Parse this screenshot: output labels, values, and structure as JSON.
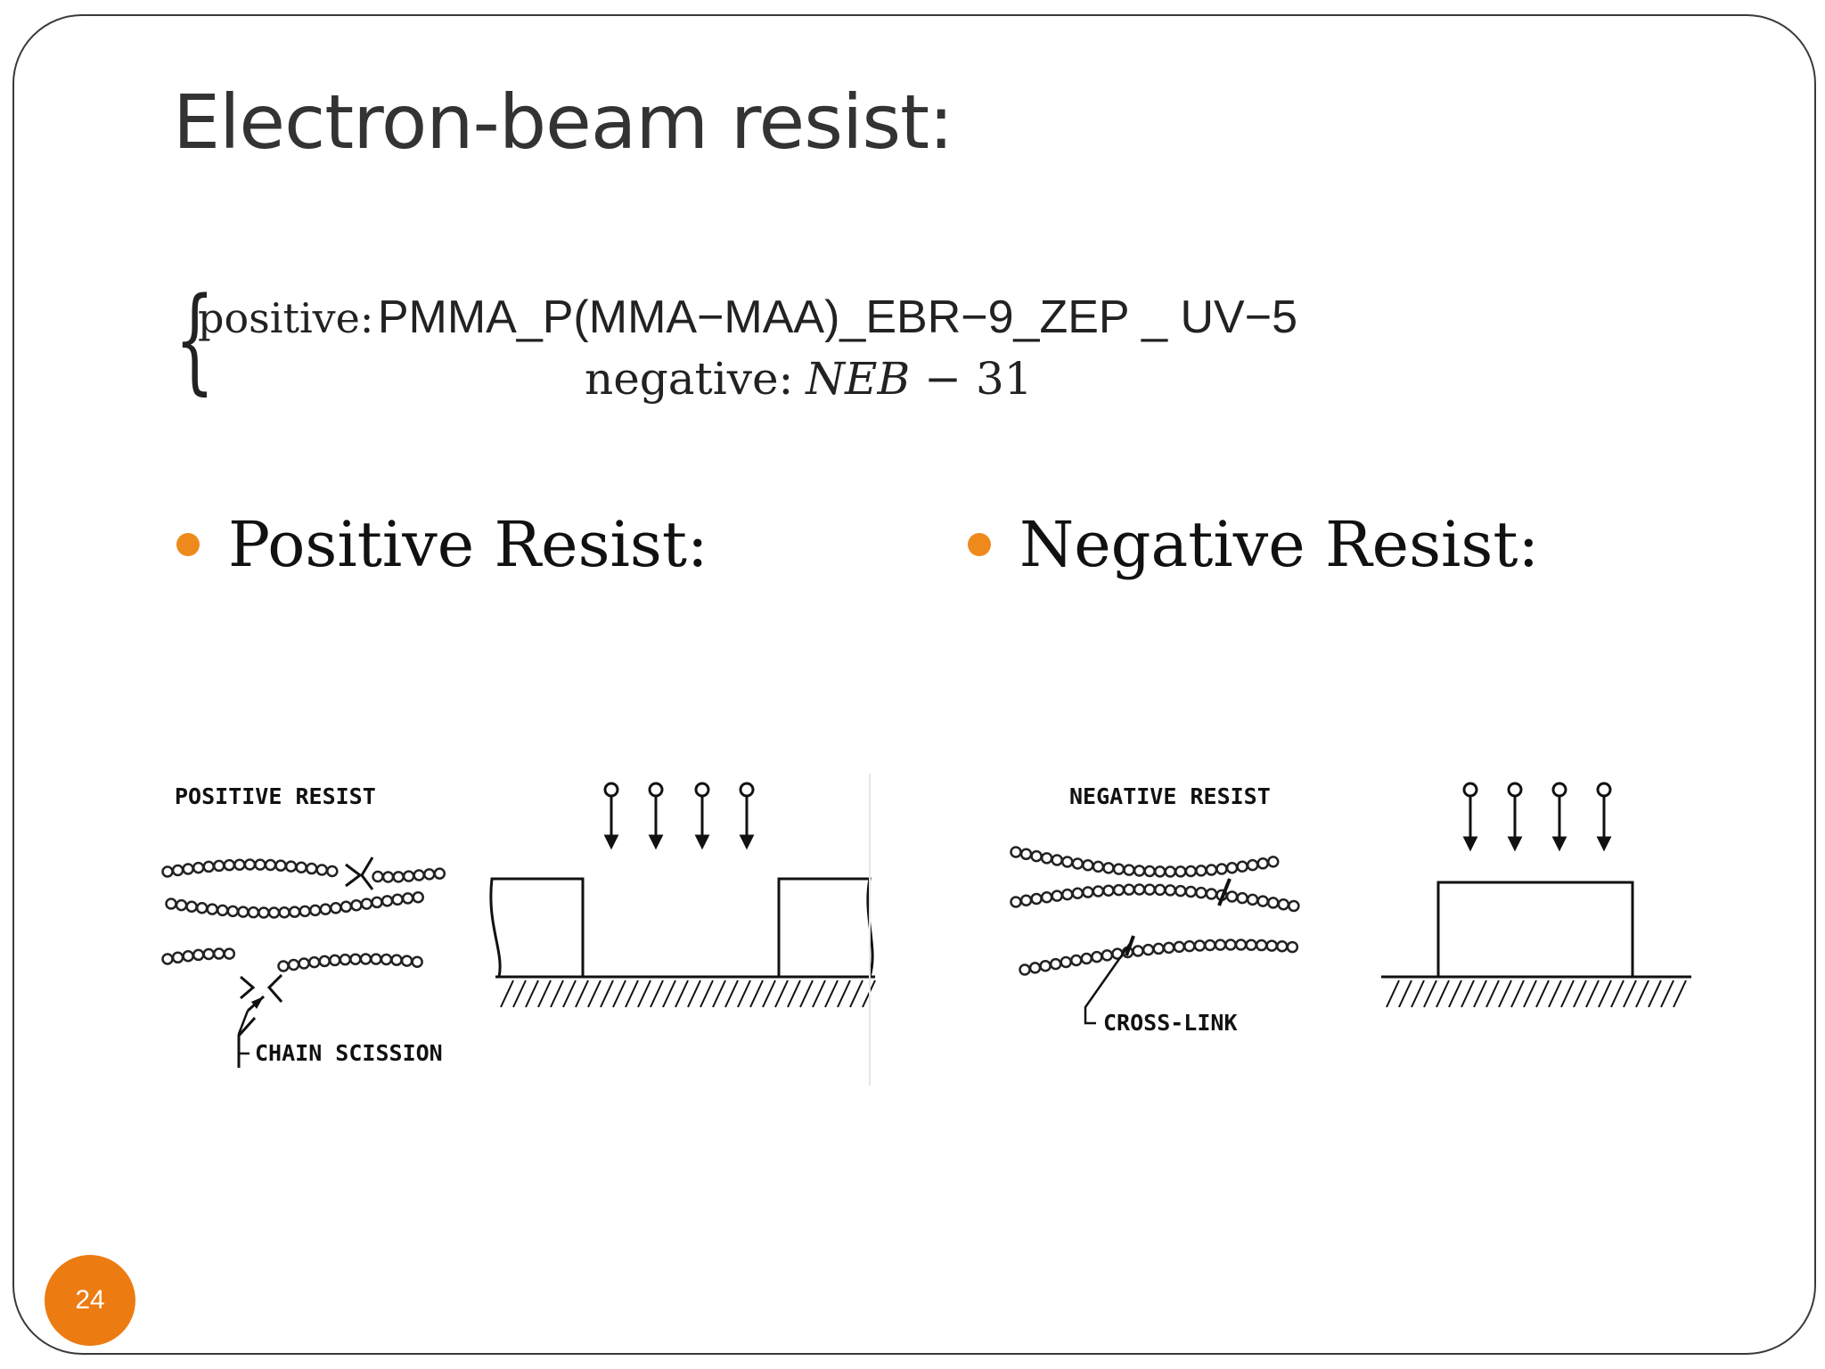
{
  "slide": {
    "title": "Electron-beam resist:",
    "page_number": "24",
    "accent_color": "#ec7c12"
  },
  "equation": {
    "positive_label": "positive:",
    "positive_value": "PMMA_P(MMA−MAA)_EBR−9_ZEP _ UV−5",
    "negative_label": "negative:",
    "negative_value_var": "NEB",
    "negative_value_num": " − 31"
  },
  "bullets": {
    "positive": "Positive Resist:",
    "negative": "Negative Resist:"
  },
  "figures": {
    "positive": {
      "heading": "POSITIVE RESIST",
      "annotation": "CHAIN SCISSION"
    },
    "negative": {
      "heading": "NEGATIVE RESIST",
      "annotation": "CROSS-LINK"
    }
  }
}
